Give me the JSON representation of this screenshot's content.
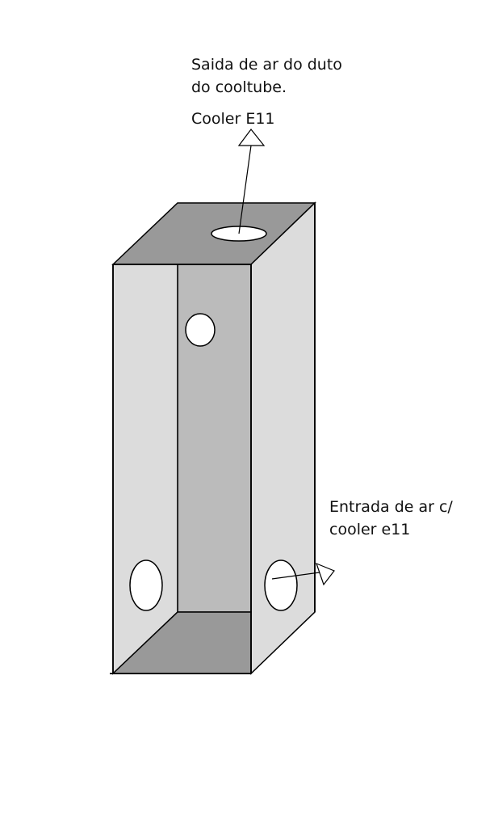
{
  "diagram": {
    "outlet_label_line1": "Saida de ar do duto",
    "outlet_label_line2": "do cooltube.",
    "outlet_label_line3": "Cooler E11",
    "inlet_label_line1": "Entrada de ar c/",
    "inlet_label_line2": "cooler e11"
  },
  "colors": {
    "top_face": "#999999",
    "front_left_strip": "#dcdcdc",
    "back_panel": "#bbbbbb",
    "right_face": "#dcdcdc",
    "bottom_face": "#999999",
    "stroke": "#000000",
    "hole": "#ffffff"
  }
}
